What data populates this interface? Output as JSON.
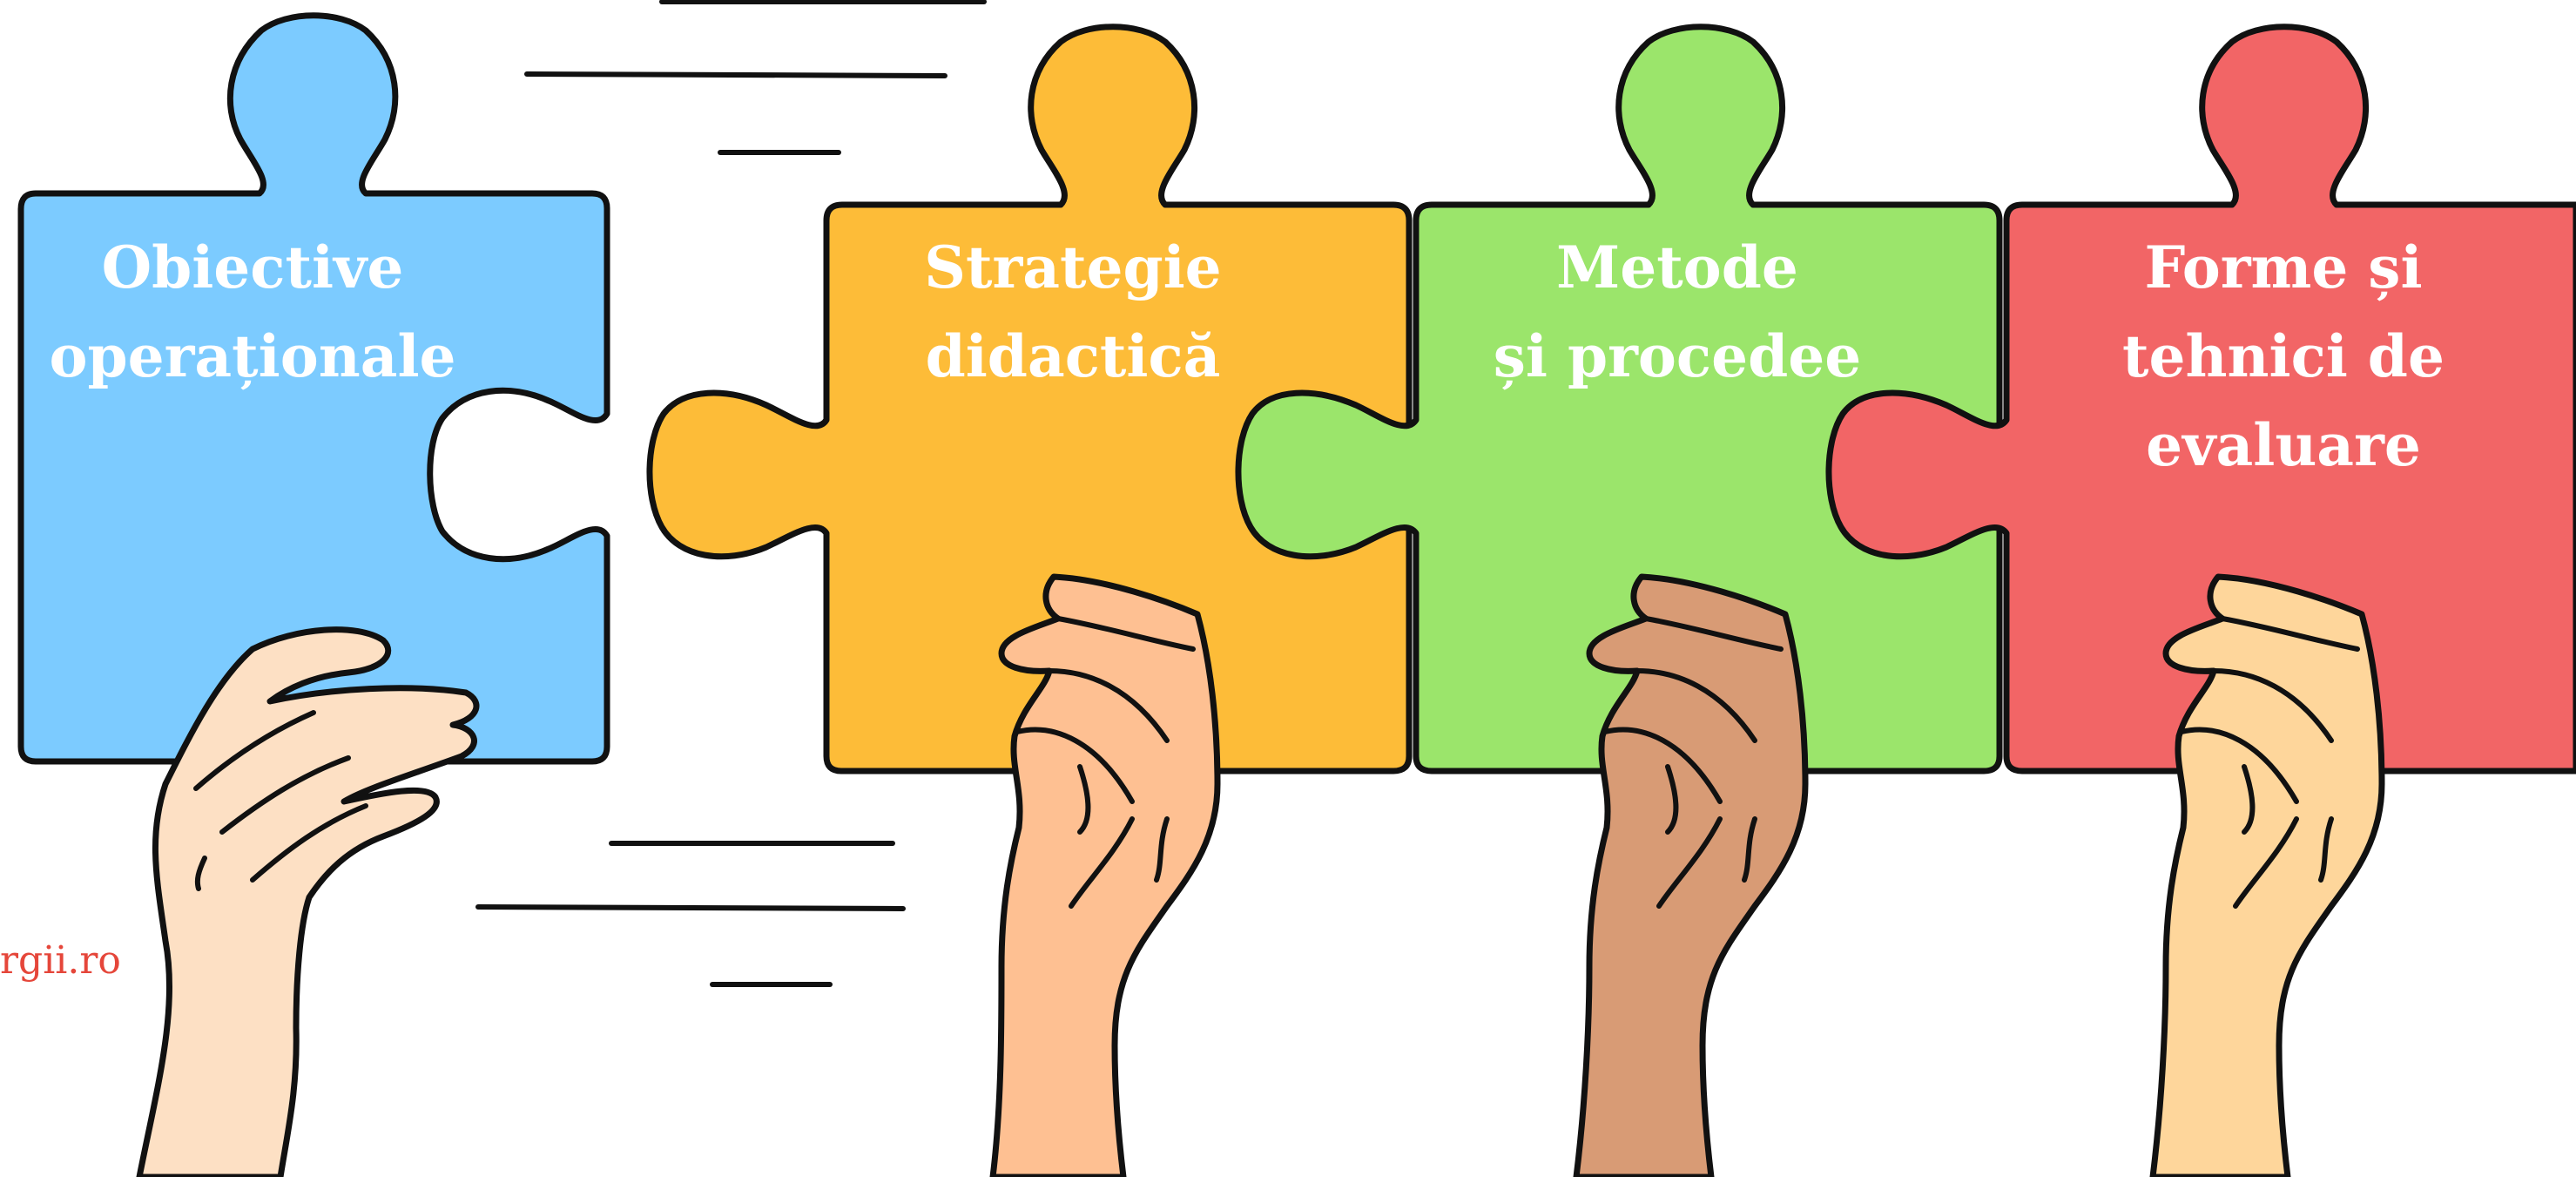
{
  "pieces": [
    {
      "id": "obiective",
      "lines": [
        "Obiective",
        "operaționale"
      ],
      "color": "#7ccbff"
    },
    {
      "id": "strategie",
      "lines": [
        "Strategie",
        "didactică"
      ],
      "color": "#fdbc38"
    },
    {
      "id": "metode",
      "lines": [
        "Metode",
        "și procedee"
      ],
      "color": "#9be56b"
    },
    {
      "id": "forme",
      "lines": [
        "Forme și",
        "tehnici de",
        "evaluare"
      ],
      "color": "#f26566"
    }
  ],
  "hands": [
    {
      "skin": "#fde0c4"
    },
    {
      "skin": "#fec092"
    },
    {
      "skin": "#d89b75"
    },
    {
      "skin": "#fed69b"
    }
  ],
  "watermark": {
    "text": "rgii.ro",
    "color": "#e5463a"
  },
  "outline_color": "#111111"
}
